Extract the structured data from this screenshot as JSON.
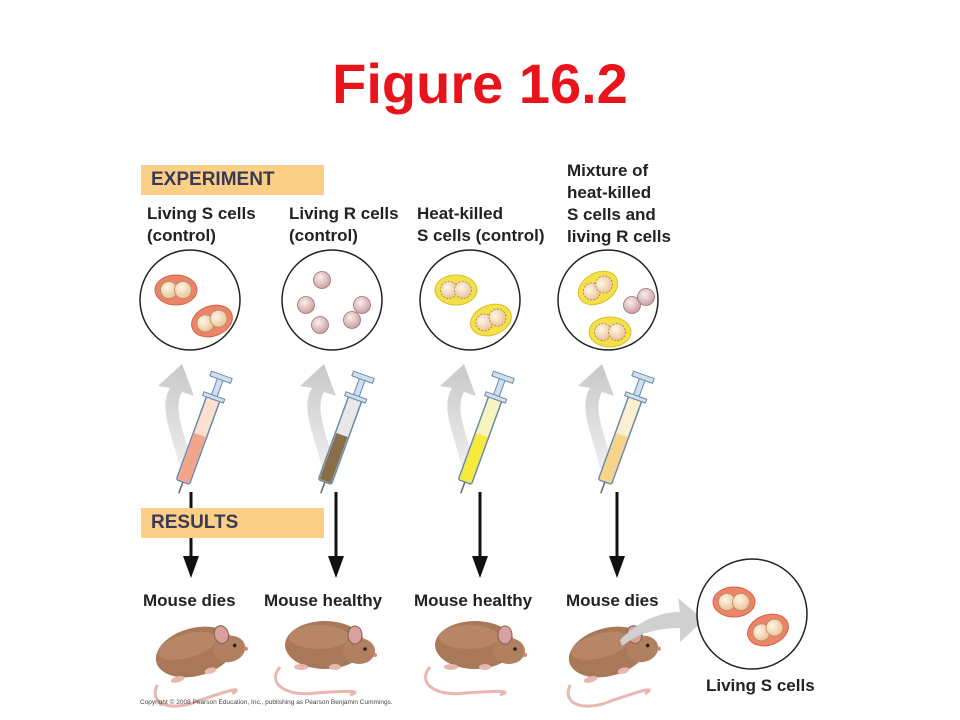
{
  "title": "Figure 16.2",
  "experiment_banner": "EXPERIMENT",
  "results_banner": "RESULTS",
  "columns": [
    {
      "label_lines": [
        "Living S cells",
        "(control)"
      ],
      "result": "Mouse dies"
    },
    {
      "label_lines": [
        "Living R cells",
        "(control)"
      ],
      "result": "Mouse healthy"
    },
    {
      "label_lines": [
        "Heat-killed",
        "S cells (control)"
      ],
      "result": "Mouse healthy"
    },
    {
      "label_lines": [
        "Mixture of",
        "heat-killed",
        "S cells and",
        "living R cells"
      ],
      "result": "Mouse dies"
    }
  ],
  "recovered_label": "Living S cells",
  "copyright": "Copyright © 2008 Pearson Education, Inc., publishing as Pearson Benjamin Cummings.",
  "colors": {
    "title": "#e8141b",
    "banner": "#fbcf86",
    "s_capsule": "#e9866a",
    "heat_killed_capsule": "#f4e04a",
    "cell": "#f6dcc0",
    "r_cell": "#d9b8b4",
    "mouse": "#a87858"
  }
}
